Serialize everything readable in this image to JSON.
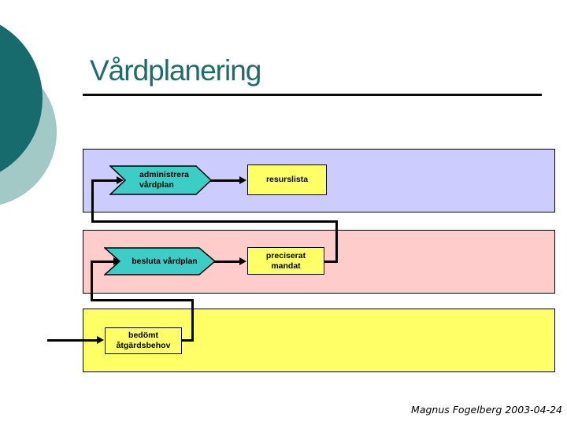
{
  "slide": {
    "title": "Vårdplanering",
    "footer": "Magnus Fogelberg 2003-04-24"
  },
  "diagram": {
    "bands": [
      {
        "name": "band-administrera",
        "color": "#ccccff"
      },
      {
        "name": "band-besluta",
        "color": "#ffcccc"
      },
      {
        "name": "band-bedomt",
        "color": "#ffff66"
      }
    ],
    "nodes": {
      "administrera": {
        "type": "chevron",
        "label": "administrera\nvårdplan",
        "fill": "#3ccec6"
      },
      "resurslista": {
        "type": "box",
        "label": "resurslista",
        "fill": "#ffff66"
      },
      "besluta": {
        "type": "chevron",
        "label": "besluta vårdplan",
        "fill": "#3ccec6"
      },
      "preciserat": {
        "type": "box",
        "label": "preciserat\nmandat",
        "fill": "#ffff66"
      },
      "bedomt": {
        "type": "box",
        "label": "bedömt\nåtgärdsbehov",
        "fill": "#ffff66"
      }
    },
    "connectors": [
      {
        "from": "external-left",
        "to": "bedomt"
      },
      {
        "from": "bedomt",
        "to": "besluta"
      },
      {
        "from": "besluta",
        "to": "preciserat"
      },
      {
        "from": "preciserat",
        "to": "administrera"
      },
      {
        "from": "administrera",
        "to": "resurslista"
      }
    ],
    "connector_color": "#000000"
  },
  "theme": {
    "title_color": "#206b6b",
    "circle_dark": "#176b6d",
    "circle_light": "#a2c9c5",
    "rule_color": "#0a0a0a"
  }
}
